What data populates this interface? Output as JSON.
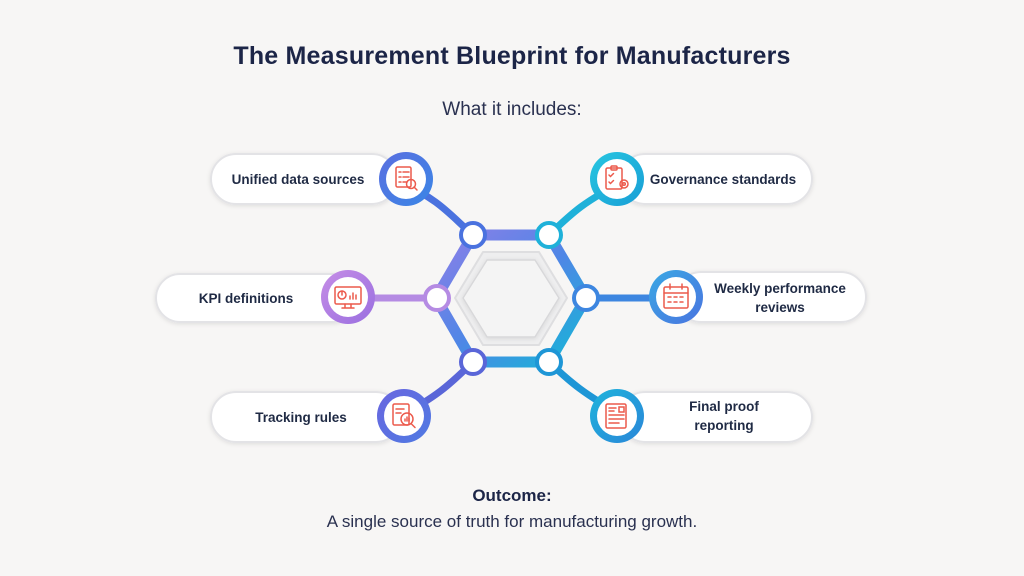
{
  "title": "The Measurement Blueprint for Manufacturers",
  "subtitle": "What it includes:",
  "items": [
    {
      "label": "Unified data sources",
      "icon": "checklist-search-icon",
      "color": "#4a72df"
    },
    {
      "label": "Governance standards",
      "icon": "clipboard-gear-icon",
      "color": "#1fb1d9"
    },
    {
      "label": "KPI definitions",
      "icon": "monitor-dashboard-icon",
      "color": "#b17be0"
    },
    {
      "label": "Weekly performance reviews",
      "icon": "calendar-grid-icon",
      "color": "#3d86e0"
    },
    {
      "label": "Tracking rules",
      "icon": "document-magnifier-icon",
      "color": "#5566d8"
    },
    {
      "label": "Final proof reporting",
      "icon": "report-document-icon",
      "color": "#1e96d6"
    }
  ],
  "outcome": {
    "heading": "Outcome:",
    "text": "A single source of truth for manufacturing growth."
  },
  "colors": {
    "background": "#f7f6f5",
    "icon_accent": "#ec5a4c",
    "hexagon_gradient_start": "#7a8cf0",
    "hexagon_gradient_end": "#18b6d8"
  }
}
